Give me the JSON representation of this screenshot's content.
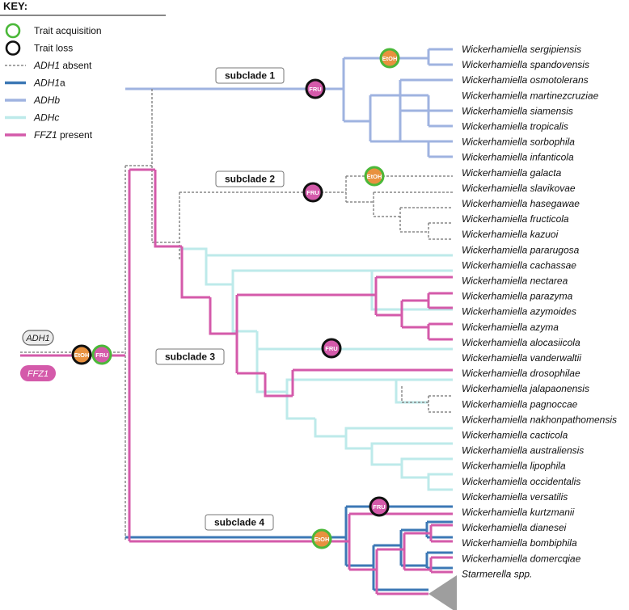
{
  "key": {
    "title": "KEY:",
    "items": [
      {
        "text": "Trait acquisition",
        "symbol": "circle",
        "color": "#4bb839"
      },
      {
        "text": "Trait loss",
        "symbol": "circle",
        "color": "#111111"
      },
      {
        "parts": [
          {
            "t": "ADH1",
            "i": true
          },
          {
            "t": " absent",
            "i": false
          }
        ],
        "symbol": "dash",
        "color": "#888888"
      },
      {
        "parts": [
          {
            "t": "ADH1",
            "i": true
          },
          {
            "t": "a",
            "i": false
          }
        ],
        "symbol": "line",
        "color": "#3c78b5"
      },
      {
        "parts": [
          {
            "t": "ADH",
            "i": true
          },
          {
            "t": "b",
            "i": true
          }
        ],
        "symbol": "line",
        "color": "#9fb3e0"
      },
      {
        "parts": [
          {
            "t": "ADH",
            "i": true
          },
          {
            "t": "c",
            "i": true
          }
        ],
        "symbol": "line",
        "color": "#bdeaea"
      },
      {
        "parts": [
          {
            "t": "FFZ1",
            "i": true
          },
          {
            "t": " present",
            "i": false
          }
        ],
        "symbol": "line",
        "color": "#d45aaa"
      }
    ]
  },
  "colors": {
    "adh1_absent": "#888888",
    "adh1a": "#3c78b5",
    "adhb": "#9fb3e0",
    "adhc": "#bdeaea",
    "ffz1": "#d45aaa",
    "acquisition_ring": "#4bb839",
    "loss_ring": "#111111",
    "etoh_fill": "#e8913f",
    "fru_fill": "#d45aaa",
    "collapsed_clade": "#9e9e9e"
  },
  "markers": {
    "etoh": "EtOH",
    "fru": "FRU"
  },
  "root_labels": {
    "adh1": "ADH1",
    "ffz1": "FFZ1"
  },
  "clades": [
    "subclade 1",
    "subclade 2",
    "subclade 3",
    "subclade 4"
  ],
  "taxa": [
    "Wickerhamiella sergipiensis",
    "Wickerhamiella spandovensis",
    "Wickerhamiella osmotolerans",
    "Wickerhamiella martinezcruziae",
    "Wickerhamiella siamensis",
    "Wickerhamiella tropicalis",
    "Wickerhamiella sorbophila",
    "Wickerhamiella infanticola",
    "Wickerhamiella galacta",
    "Wickerhamiella slavikovae",
    "Wickerhamiella hasegawae",
    "Wickerhamiella fructicola",
    "Wickerhamiella kazuoi",
    "Wickerhamiella pararugosa",
    "Wickerhamiella cachassae",
    "Wickerhamiella nectarea",
    "Wickerhamiella parazyma",
    "Wickerhamiella azymoides",
    "Wickerhamiella azyma",
    "Wickerhamiella alocasiicola",
    "Wickerhamiella vanderwaltii",
    "Wickerhamiella drosophilae",
    "Wickerhamiella jalapaonensis",
    "Wickerhamiella pagnoccae",
    "Wickerhamiella nakhonpathomensis",
    "Wickerhamiella cacticola",
    "Wickerhamiella australiensis",
    "Wickerhamiella lipophila",
    "Wickerhamiella occidentalis",
    "Wickerhamiella versatilis",
    "Wickerhamiella kurtzmanii",
    "Wickerhamiella dianesei",
    "Wickerhamiella bombiphila",
    "Wickerhamiella domercqiae",
    "Starmerella spp."
  ]
}
